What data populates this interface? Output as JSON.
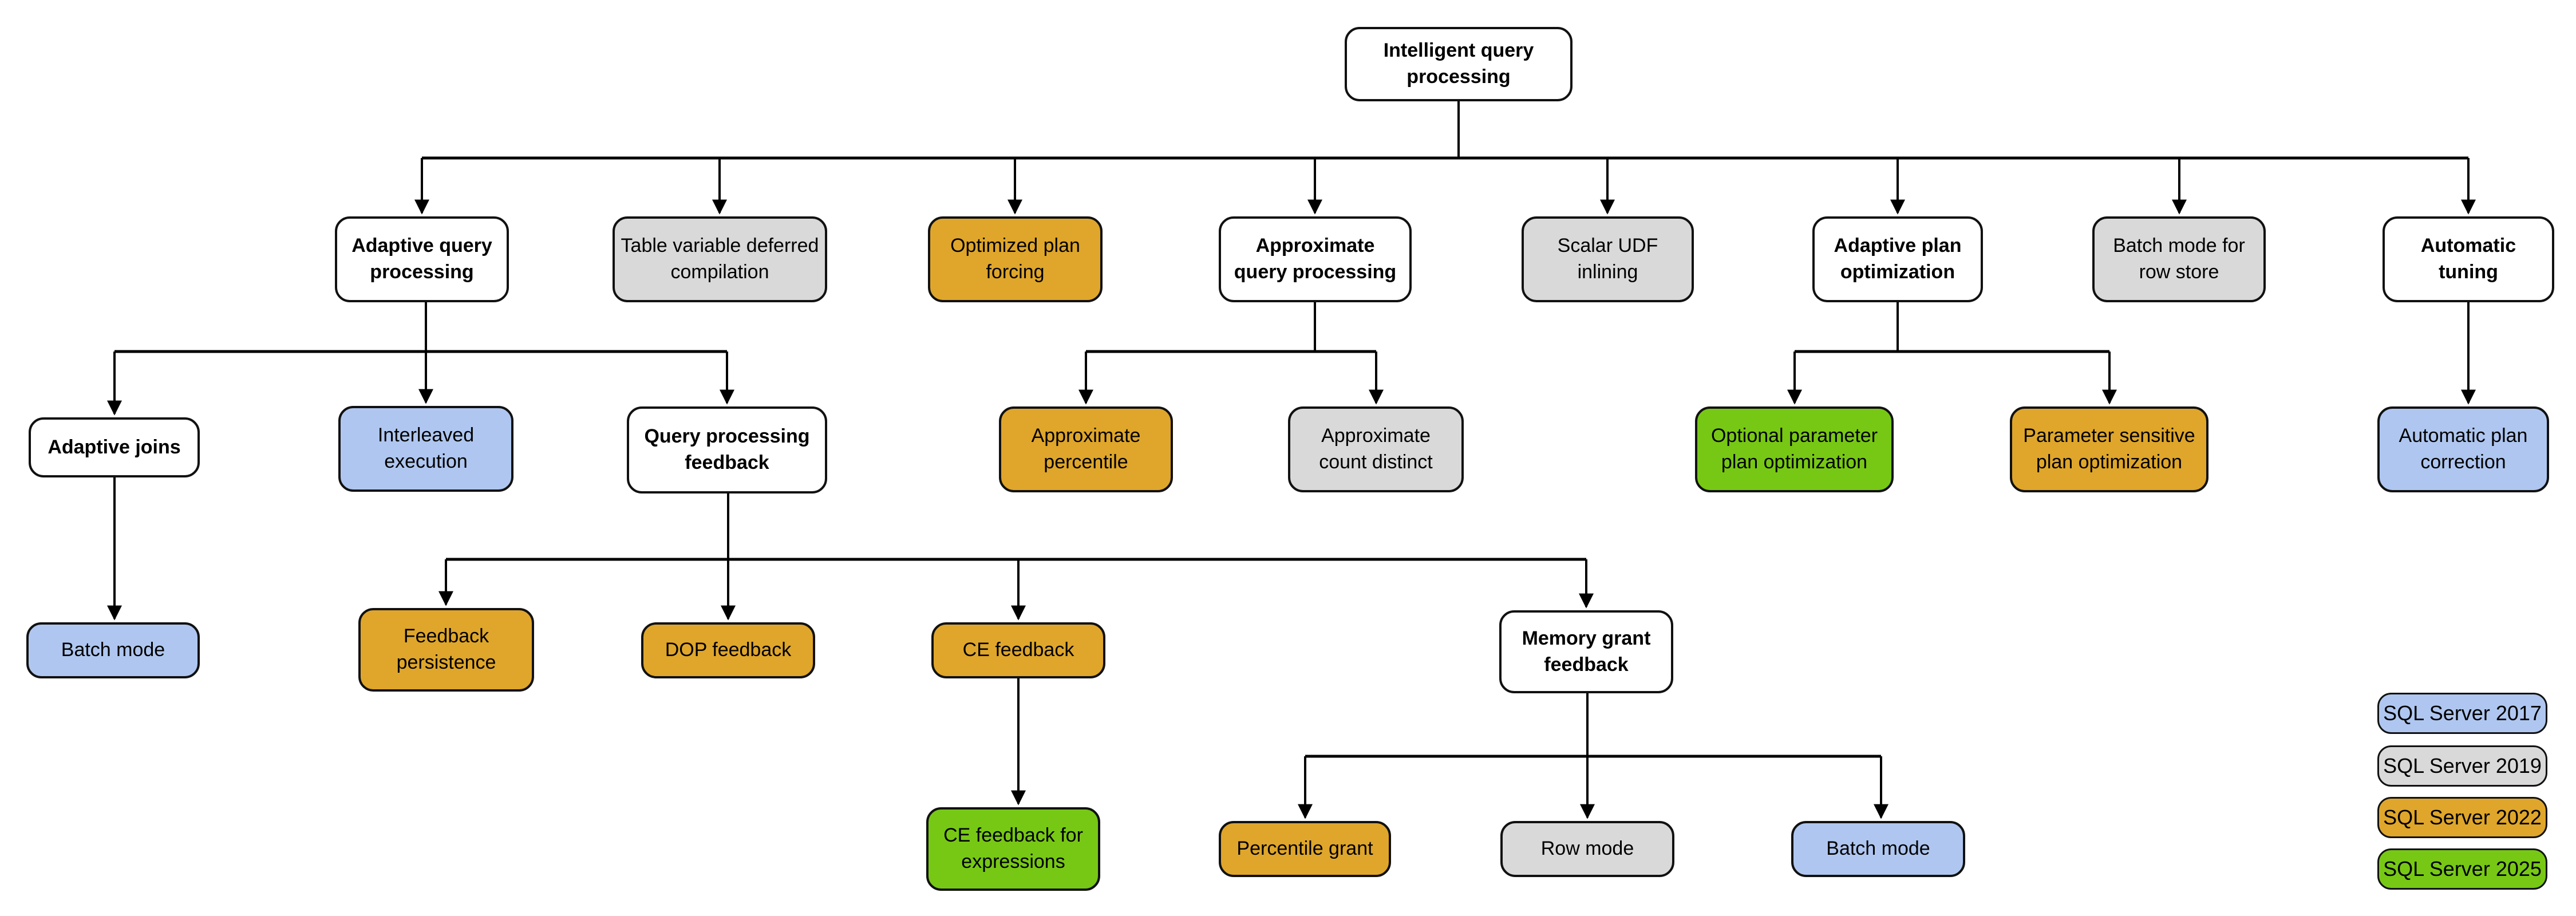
{
  "diagram_title": "Intelligent query processing",
  "colors": {
    "sql_server_2017": "#AFC7F0",
    "sql_server_2019": "#D9D9D9",
    "sql_server_2022": "#DFA62B",
    "sql_server_2025": "#77C815",
    "uncolored_node": "#FFFFFF",
    "node_border": "#111111",
    "connector": "#000000"
  },
  "nodes": {
    "root": {
      "label": "Intelligent query processing",
      "version": "none",
      "parent": null
    },
    "adaptive_query_processing": {
      "label": "Adaptive query processing",
      "version": "none",
      "parent": "root"
    },
    "table_variable_deferred_compilation": {
      "label": "Table variable deferred compilation",
      "version": "2019",
      "parent": "root"
    },
    "optimized_plan_forcing": {
      "label": "Optimized plan forcing",
      "version": "2022",
      "parent": "root"
    },
    "approximate_query_processing": {
      "label": "Approximate query processing",
      "version": "none",
      "parent": "root"
    },
    "scalar_udf_inlining": {
      "label": "Scalar UDF inlining",
      "version": "2019",
      "parent": "root"
    },
    "adaptive_plan_optimization": {
      "label": "Adaptive plan optimization",
      "version": "none",
      "parent": "root"
    },
    "batch_mode_for_row_store": {
      "label": "Batch mode for row store",
      "version": "2019",
      "parent": "root"
    },
    "automatic_tuning": {
      "label": "Automatic tuning",
      "version": "none",
      "parent": "root"
    },
    "adaptive_joins": {
      "label": "Adaptive joins",
      "version": "none",
      "parent": "adaptive_query_processing"
    },
    "interleaved_execution": {
      "label": "Interleaved execution",
      "version": "2017",
      "parent": "adaptive_query_processing"
    },
    "query_processing_feedback": {
      "label": "Query processing feedback",
      "version": "none",
      "parent": "adaptive_query_processing"
    },
    "approximate_percentile": {
      "label": "Approximate percentile",
      "version": "2022",
      "parent": "approximate_query_processing"
    },
    "approximate_count_distinct": {
      "label": "Approximate count distinct",
      "version": "2019",
      "parent": "approximate_query_processing"
    },
    "optional_parameter_plan_optimization": {
      "label": "Optional parameter plan optimization",
      "version": "2025",
      "parent": "adaptive_plan_optimization"
    },
    "parameter_sensitive_plan_optimization": {
      "label": "Parameter sensitive plan optimization",
      "version": "2022",
      "parent": "adaptive_plan_optimization"
    },
    "automatic_plan_correction": {
      "label": "Automatic plan correction",
      "version": "2017",
      "parent": "automatic_tuning"
    },
    "batch_mode_adaptive_joins": {
      "label": "Batch mode",
      "version": "2017",
      "parent": "adaptive_joins"
    },
    "feedback_persistence": {
      "label": "Feedback persistence",
      "version": "2022",
      "parent": "query_processing_feedback"
    },
    "dop_feedback": {
      "label": "DOP feedback",
      "version": "2022",
      "parent": "query_processing_feedback"
    },
    "ce_feedback": {
      "label": "CE feedback",
      "version": "2022",
      "parent": "query_processing_feedback"
    },
    "memory_grant_feedback": {
      "label": "Memory grant feedback",
      "version": "none",
      "parent": "query_processing_feedback"
    },
    "ce_feedback_for_expressions": {
      "label": "CE feedback for expressions",
      "version": "2025",
      "parent": "ce_feedback"
    },
    "percentile_grant": {
      "label": "Percentile grant",
      "version": "2022",
      "parent": "memory_grant_feedback"
    },
    "row_mode": {
      "label": "Row mode",
      "version": "2019",
      "parent": "memory_grant_feedback"
    },
    "batch_mode_memory_grant": {
      "label": "Batch mode",
      "version": "2017",
      "parent": "memory_grant_feedback"
    }
  },
  "legend": {
    "items": [
      {
        "label": "SQL Server 2017",
        "color": "#AFC7F0"
      },
      {
        "label": "SQL Server 2019",
        "color": "#D9D9D9"
      },
      {
        "label": "SQL Server 2022",
        "color": "#DFA62B"
      },
      {
        "label": "SQL Server 2025",
        "color": "#77C815"
      }
    ]
  }
}
